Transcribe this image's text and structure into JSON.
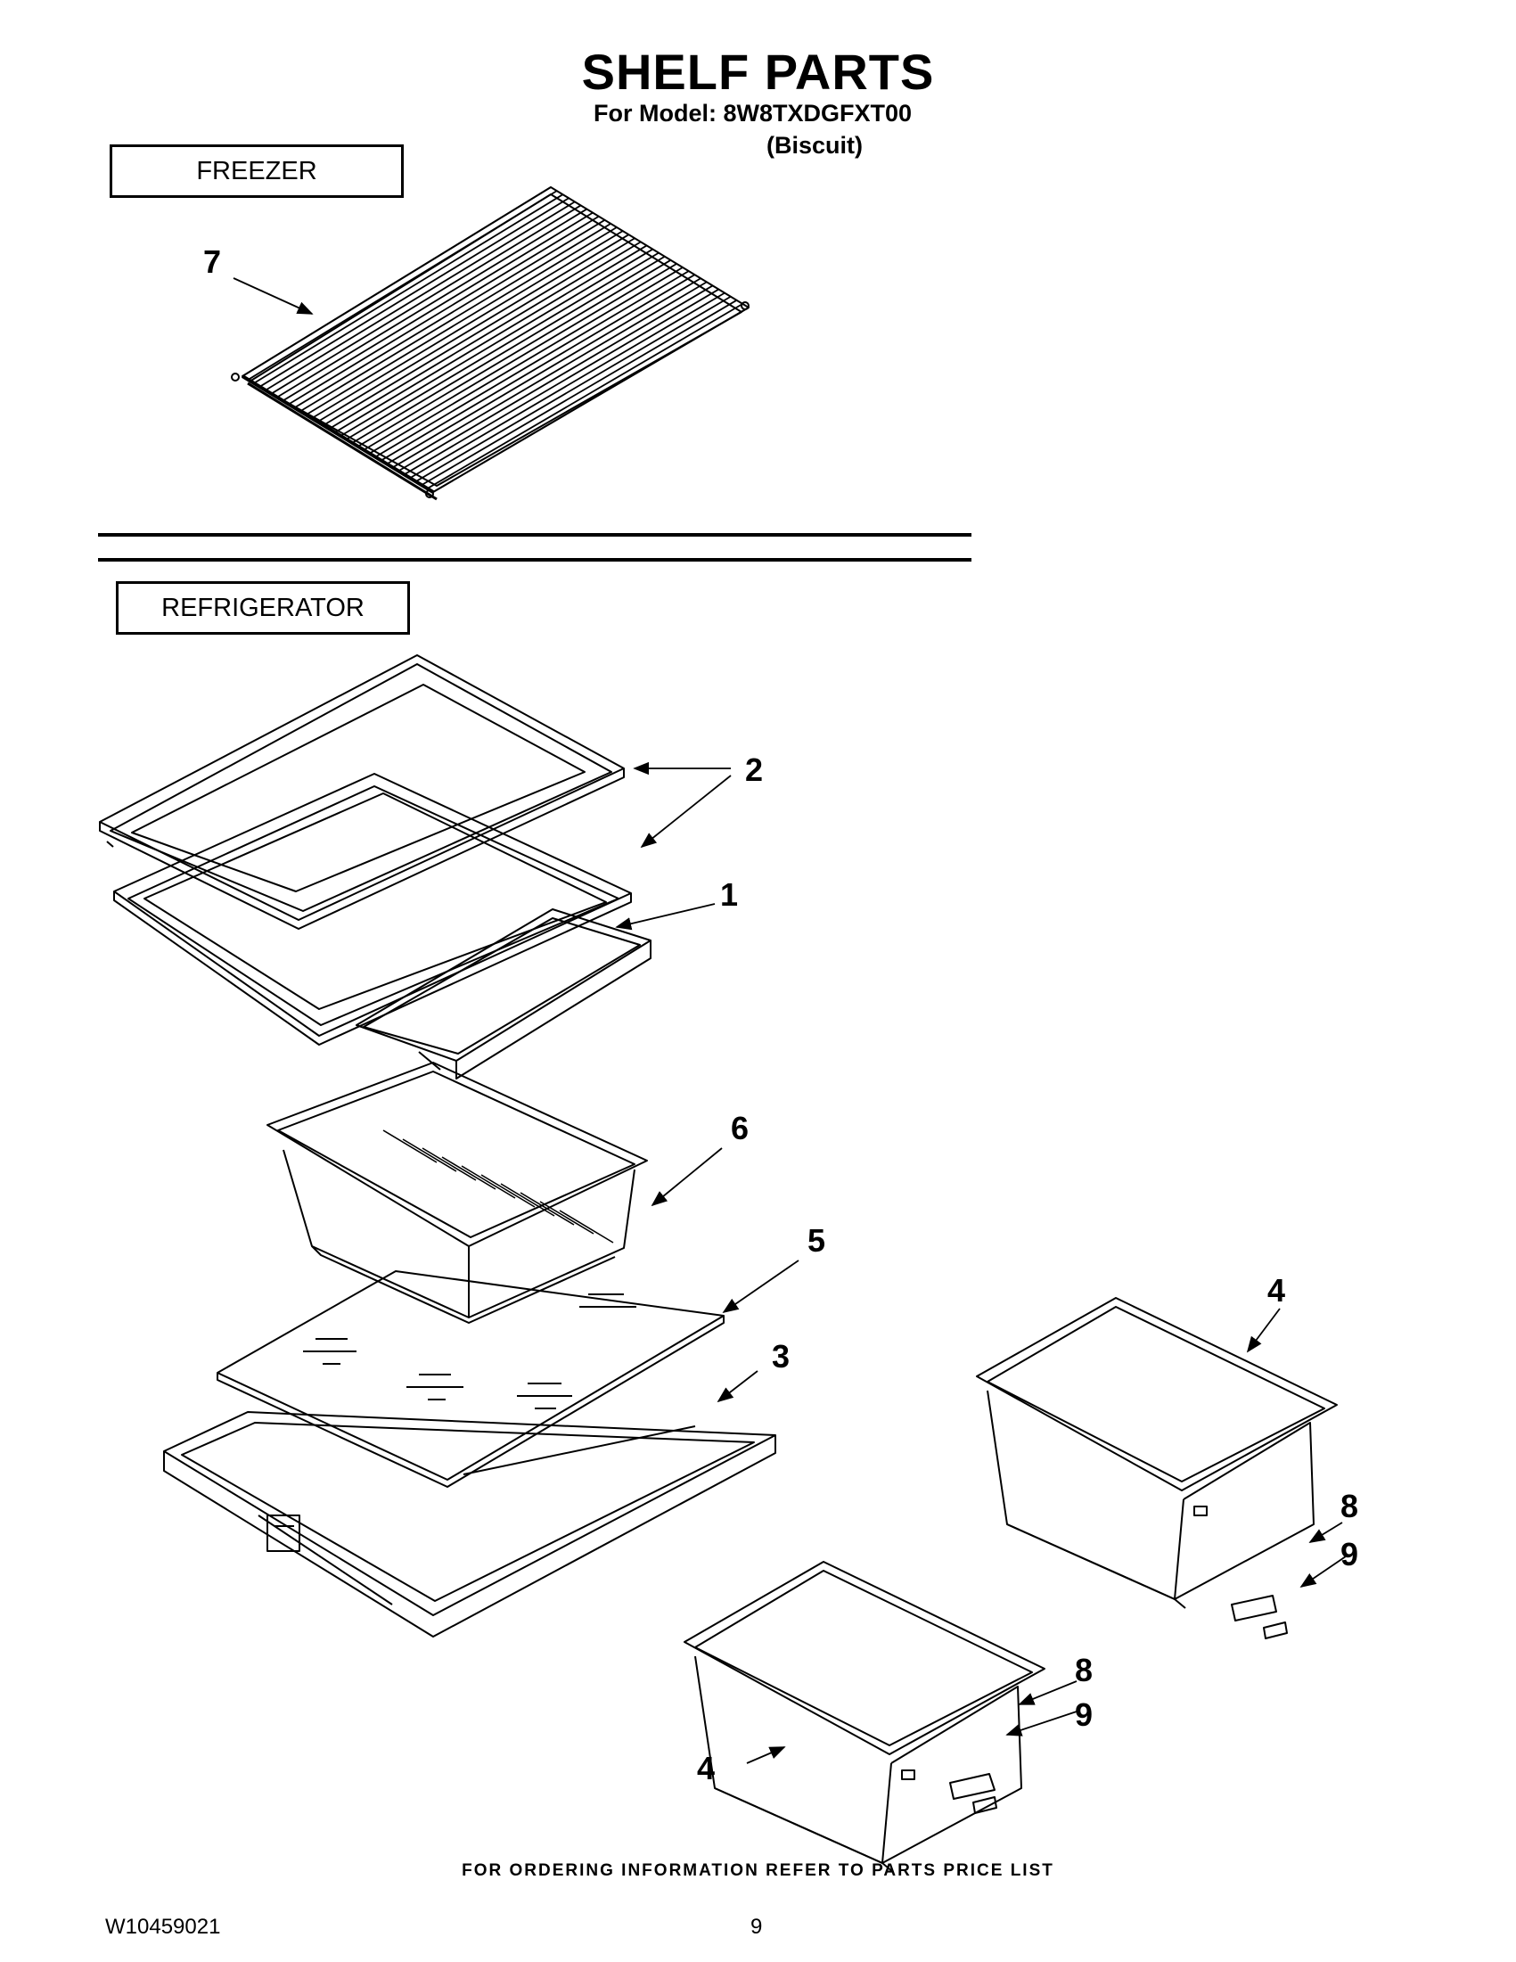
{
  "header": {
    "title": "SHELF PARTS",
    "model_line": "For Model: 8W8TXDGFXT00",
    "variant": "(Biscuit)"
  },
  "sections": {
    "freezer": "FREEZER",
    "refrigerator": "REFRIGERATOR"
  },
  "callouts": [
    "7",
    "2",
    "1",
    "6",
    "5",
    "3",
    "4",
    "8",
    "9",
    "4",
    "8",
    "9"
  ],
  "parts": {
    "freezer_wire_shelf": "7",
    "glass_shelf_pair": "2",
    "shelf_frame": "1",
    "crisper_pan": "6",
    "glass_cover": "5",
    "crisper_cover_frame": "3",
    "vegetable_drawers": "4",
    "drawer_label": "8",
    "drawer_clip": "9"
  },
  "footer": {
    "note": "FOR ORDERING INFORMATION REFER TO PARTS PRICE LIST",
    "doc_number": "W10459021",
    "page": "9"
  }
}
